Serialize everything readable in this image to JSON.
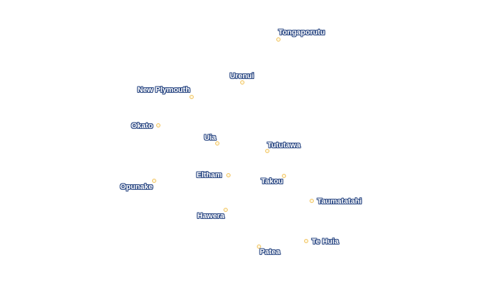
{
  "map": {
    "colors": {
      "background": "#ffffff",
      "marker_fill": "#fff7df",
      "marker_stroke": "#f0c15a",
      "label_text": "#ffffff",
      "label_halo": "#2d4a85"
    },
    "marker_icon": "circle-marker",
    "places": [
      {
        "id": "tongaporutu",
        "name": "Tongaporutu"
      },
      {
        "id": "urenui",
        "name": "Urenui"
      },
      {
        "id": "new-plymouth",
        "name": "New Plymouth"
      },
      {
        "id": "okato",
        "name": "Okato"
      },
      {
        "id": "uia",
        "name": "Uia"
      },
      {
        "id": "tututawa",
        "name": "Tututawa"
      },
      {
        "id": "eltham",
        "name": "Eltham"
      },
      {
        "id": "takou",
        "name": "Takou"
      },
      {
        "id": "opunake",
        "name": "Opunake"
      },
      {
        "id": "taumatatahi",
        "name": "Taumatatahi"
      },
      {
        "id": "hawera",
        "name": "Hawera"
      },
      {
        "id": "te-huia",
        "name": "Te Huia"
      },
      {
        "id": "patea",
        "name": "Patea"
      }
    ]
  }
}
